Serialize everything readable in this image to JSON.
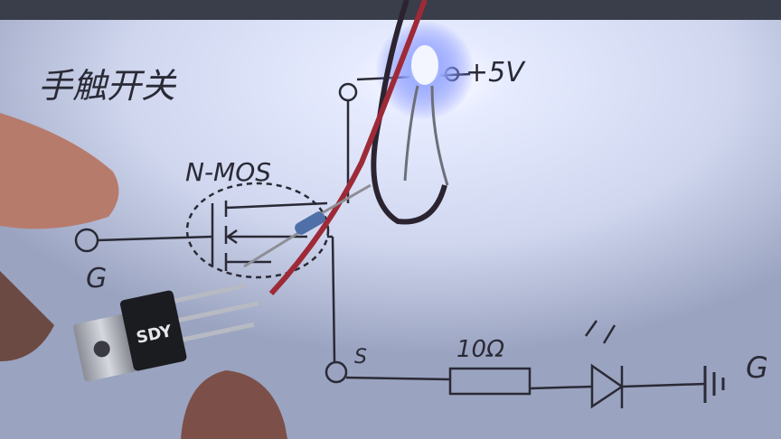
{
  "photo": {
    "title_cn": "手触开关",
    "mosfet_type": "N-MOS",
    "supply_label": "+5V",
    "gate_label": "G",
    "source_label": "S",
    "resistor_label": "10Ω",
    "ground_label": "G",
    "part_marking": "SDY"
  },
  "colors": {
    "paper": "#dfe3ef",
    "ink": "#2a2a36",
    "led_glow": "#5a6bff",
    "wire_red": "#b02a3a",
    "skin": "#c98a7a"
  }
}
